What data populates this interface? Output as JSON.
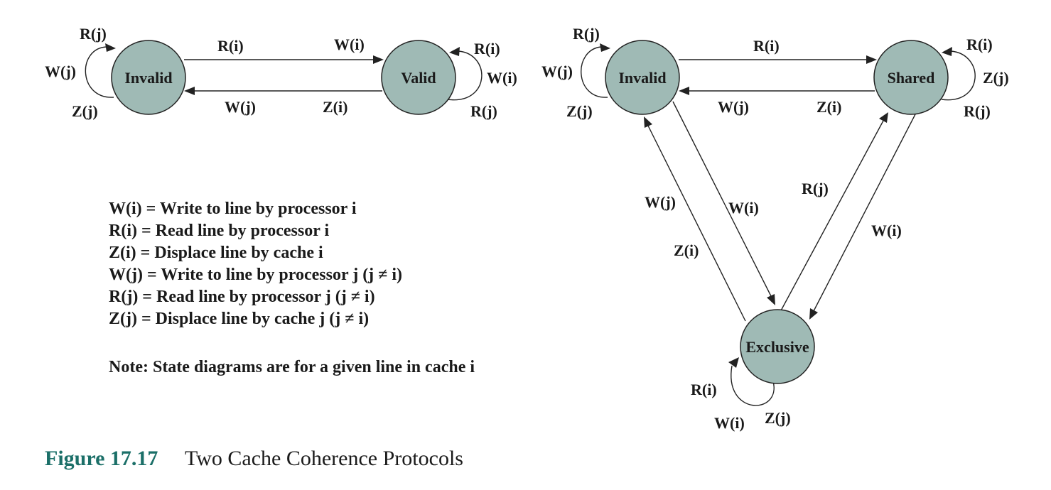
{
  "diagram_left": {
    "states": {
      "invalid": "Invalid",
      "valid": "Valid"
    },
    "labels": {
      "inv_self_top": "R(j)",
      "inv_self_left": "W(j)",
      "inv_self_bottom": "Z(j)",
      "to_valid_1": "R(i)",
      "to_valid_2": "W(i)",
      "to_invalid_1": "W(j)",
      "to_invalid_2": "Z(i)",
      "val_self_top": "R(i)",
      "val_self_right": "W(i)",
      "val_self_bottom": "R(j)"
    }
  },
  "diagram_right": {
    "states": {
      "invalid": "Invalid",
      "shared": "Shared",
      "exclusive": "Exclusive"
    },
    "labels": {
      "inv_self_top": "R(j)",
      "inv_self_left": "W(j)",
      "inv_self_bottom": "Z(j)",
      "inv_to_shared": "R(i)",
      "shared_to_inv_1": "W(j)",
      "shared_to_inv_2": "Z(i)",
      "sh_self_top": "R(i)",
      "sh_self_right": "Z(j)",
      "sh_self_bottom": "R(j)",
      "ex_to_inv_1": "W(j)",
      "ex_to_inv_2": "Z(i)",
      "inv_to_ex": "W(i)",
      "ex_to_shared": "R(j)",
      "shared_to_ex": "W(i)",
      "ex_self_left": "R(i)",
      "ex_self_bottom_left": "W(i)",
      "ex_self_bottom_right": "Z(j)"
    }
  },
  "legend": {
    "lines": [
      "W(i) = Write to line by processor i",
      "R(i)  = Read line by processor i",
      "Z(i)  = Displace line by cache i",
      "W(j) = Write to line by processor j (j ≠ i)",
      "R(j) = Read line by processor j (j ≠ i)",
      "Z(j) = Displace line by cache j (j ≠ i)"
    ],
    "note": "Note: State diagrams are for a given line in cache i"
  },
  "caption": {
    "number": "Figure 17.17",
    "title": "Two Cache Coherence Protocols"
  },
  "colors": {
    "node_fill": "#9fbab5",
    "caption_number": "#1b6f68"
  }
}
